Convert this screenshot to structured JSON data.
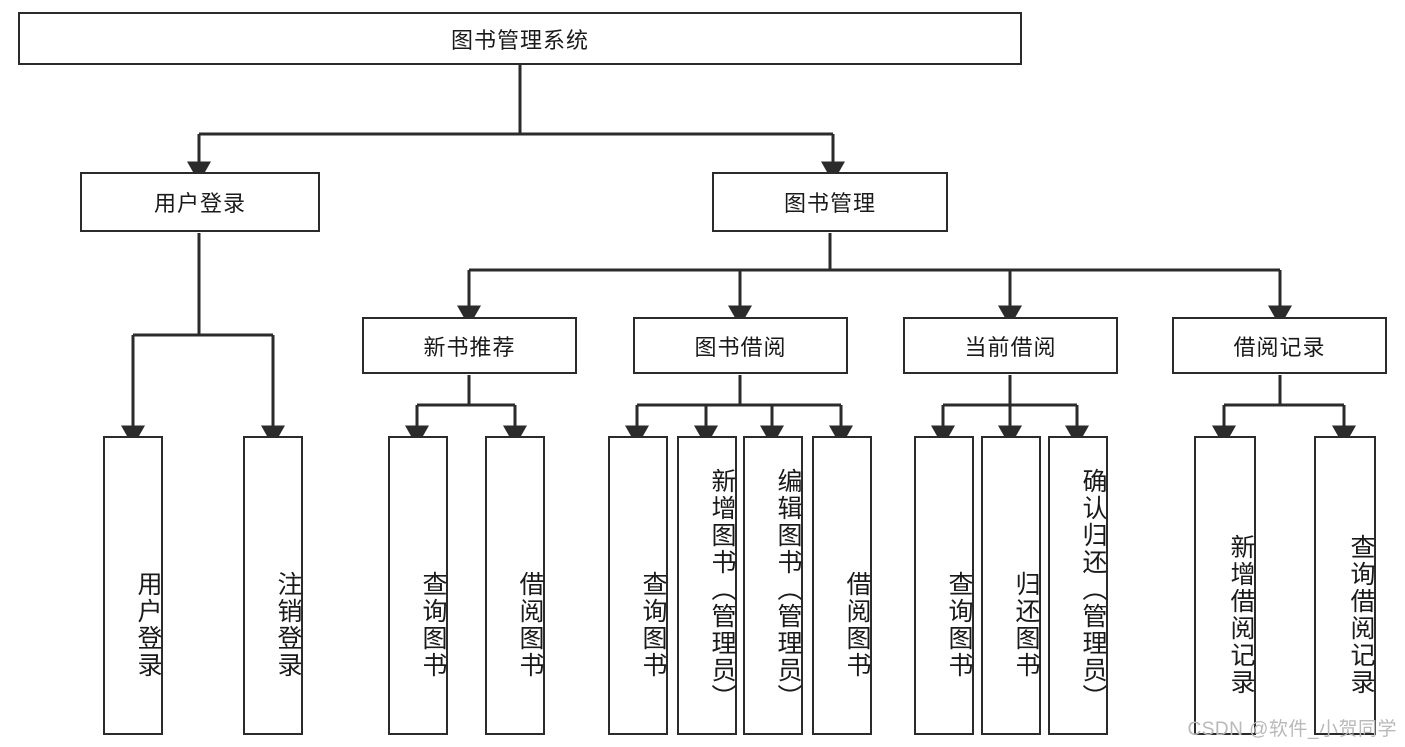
{
  "diagram": {
    "title": "图书管理系统",
    "stroke_color": "#2b2b2b",
    "background_color": "#ffffff",
    "watermark": "CSDN @软件_小贺同学",
    "root": {
      "id": "root",
      "label": "图书管理系统"
    },
    "level2": [
      {
        "id": "user-login",
        "label": "用户登录"
      },
      {
        "id": "book-management",
        "label": "图书管理"
      }
    ],
    "level3": [
      {
        "id": "new-book-recommend",
        "label": "新书推荐"
      },
      {
        "id": "book-borrow",
        "label": "图书借阅"
      },
      {
        "id": "current-borrow",
        "label": "当前借阅"
      },
      {
        "id": "borrow-record",
        "label": "借阅记录"
      }
    ],
    "leaves": [
      {
        "id": "leaf-user-login",
        "label": "用户登录",
        "parent": "user-login"
      },
      {
        "id": "leaf-logout",
        "label": "注销登录",
        "parent": "user-login"
      },
      {
        "id": "leaf-query-book-1",
        "label": "查询图书",
        "parent": "new-book-recommend"
      },
      {
        "id": "leaf-borrow-book-1",
        "label": "借阅图书",
        "parent": "new-book-recommend"
      },
      {
        "id": "leaf-query-book-2",
        "label": "查询图书",
        "parent": "book-borrow"
      },
      {
        "id": "leaf-add-book",
        "label": "新增图书（管理员）",
        "parent": "book-borrow"
      },
      {
        "id": "leaf-edit-book",
        "label": "编辑图书（管理员）",
        "parent": "book-borrow"
      },
      {
        "id": "leaf-borrow-book-2",
        "label": "借阅图书",
        "parent": "book-borrow"
      },
      {
        "id": "leaf-query-book-3",
        "label": "查询图书",
        "parent": "current-borrow"
      },
      {
        "id": "leaf-return-book",
        "label": "归还图书",
        "parent": "current-borrow"
      },
      {
        "id": "leaf-confirm-return",
        "label": "确认归还（管理员）",
        "parent": "current-borrow"
      },
      {
        "id": "leaf-add-record",
        "label": "新增借阅记录",
        "parent": "borrow-record"
      },
      {
        "id": "leaf-query-record",
        "label": "查询借阅记录",
        "parent": "borrow-record"
      }
    ]
  }
}
